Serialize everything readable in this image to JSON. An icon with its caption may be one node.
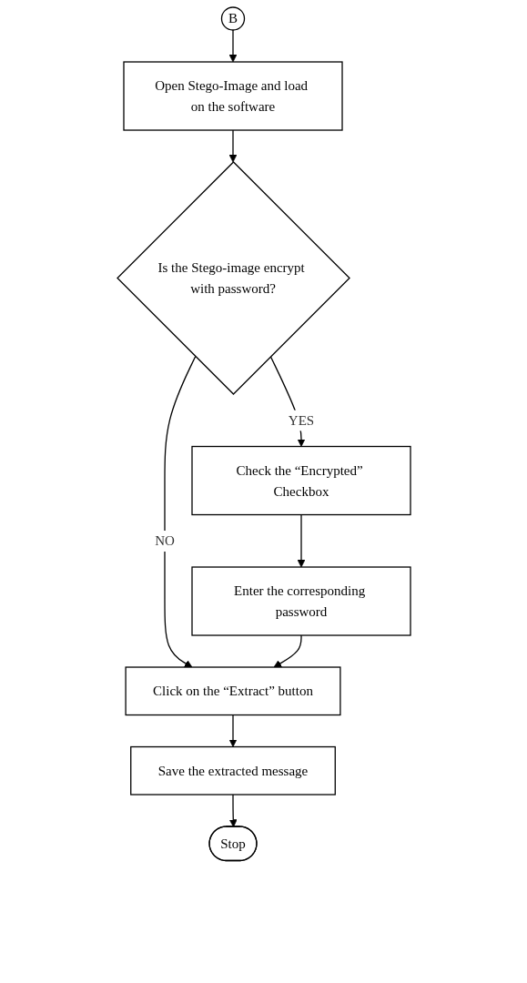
{
  "diagram": {
    "nodes": [
      {
        "text": [
          "B"
        ]
      },
      {
        "text": [
          "Open Stego-Image and load on the software"
        ]
      },
      {
        "text": [
          "Is the Stego-image encrypt with password?"
        ]
      },
      {
        "text": [
          "Check the “Encrypted” Checkbox"
        ]
      },
      {
        "text": [
          "Enter the corresponding password"
        ]
      },
      {
        "text": [
          "Click on the “Extract” button"
        ]
      },
      {
        "text": [
          "Save the extracted message"
        ]
      },
      {
        "text": [
          "Stop"
        ]
      }
    ],
    "edges": [
      {
        "from": 0,
        "to": 1,
        "arrow": "to"
      },
      {
        "from": 1,
        "to": 2,
        "arrow": "to"
      },
      {
        "from": 2,
        "to": 3,
        "arrow": "to",
        "label": "YES"
      },
      {
        "from": 2,
        "to": 5,
        "arrow": "to",
        "label": "NO"
      },
      {
        "from": 3,
        "to": 4,
        "arrow": "to"
      },
      {
        "from": 4,
        "to": 5,
        "arrow": "to"
      },
      {
        "from": 5,
        "to": 6,
        "arrow": "to"
      },
      {
        "from": 6,
        "to": 7,
        "arrow": "to"
      }
    ]
  }
}
